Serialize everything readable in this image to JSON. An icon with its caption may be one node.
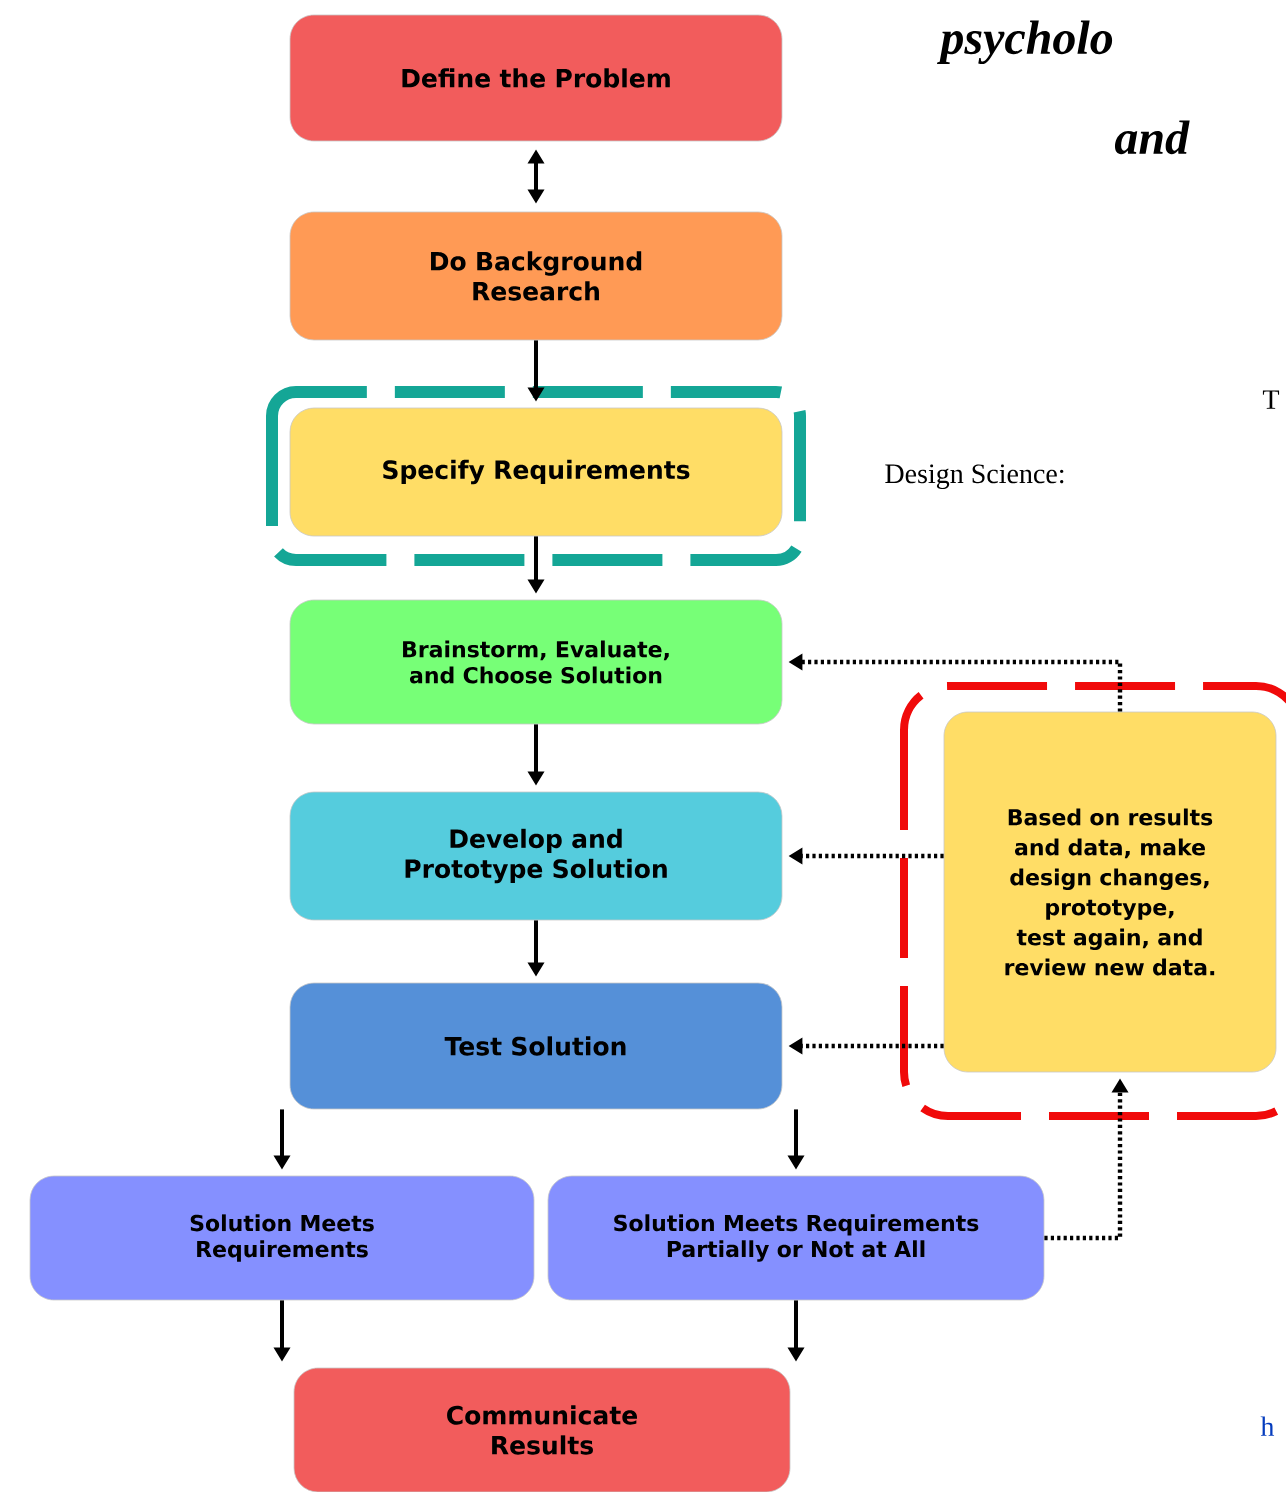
{
  "diagram": {
    "nodes": [
      {
        "text": [
          "Define the Problem"
        ]
      },
      {
        "text": [
          "Do Background Research"
        ]
      },
      {
        "text": [
          "Specify Requirements"
        ]
      },
      {
        "text": [
          "Brainstorm, Evaluate, and Choose Solution"
        ]
      },
      {
        "text": [
          "Develop and Prototype Solution"
        ]
      },
      {
        "text": [
          "Test Solution"
        ]
      },
      {
        "text": [
          "Solution Meets Requirements"
        ]
      },
      {
        "text": [
          "Solution Meets Requirements Partially or Not at All"
        ]
      },
      {
        "text": [
          "Communicate Results"
        ]
      },
      {
        "text": [
          "Based on results and data, make design changes, prototype, test again, and review new data."
        ]
      }
    ],
    "edges": [
      {
        "from": 0,
        "to": 1,
        "arrow": "both"
      },
      {
        "from": 1,
        "to": 2,
        "arrow": "to"
      },
      {
        "from": 2,
        "to": 3,
        "arrow": "to"
      },
      {
        "from": 3,
        "to": 4,
        "arrow": "to"
      },
      {
        "from": 4,
        "to": 5,
        "arrow": "to"
      },
      {
        "from": 5,
        "to": 6,
        "arrow": "to"
      },
      {
        "from": 5,
        "to": 7,
        "arrow": "to"
      },
      {
        "from": 6,
        "to": 8,
        "arrow": "to"
      },
      {
        "from": 7,
        "to": 8,
        "arrow": "to"
      },
      {
        "from": 7,
        "to": 9,
        "arrow": "to",
        "style": "dashed"
      },
      {
        "from": 9,
        "to": 3,
        "arrow": "to",
        "style": "dashed"
      },
      {
        "from": 9,
        "to": 4,
        "arrow": "to",
        "style": "dashed"
      },
      {
        "from": 9,
        "to": 5,
        "arrow": "to",
        "style": "dashed"
      }
    ],
    "labels": [
      "psycholo",
      "and",
      "T",
      "Design Science:",
      "h"
    ]
  }
}
